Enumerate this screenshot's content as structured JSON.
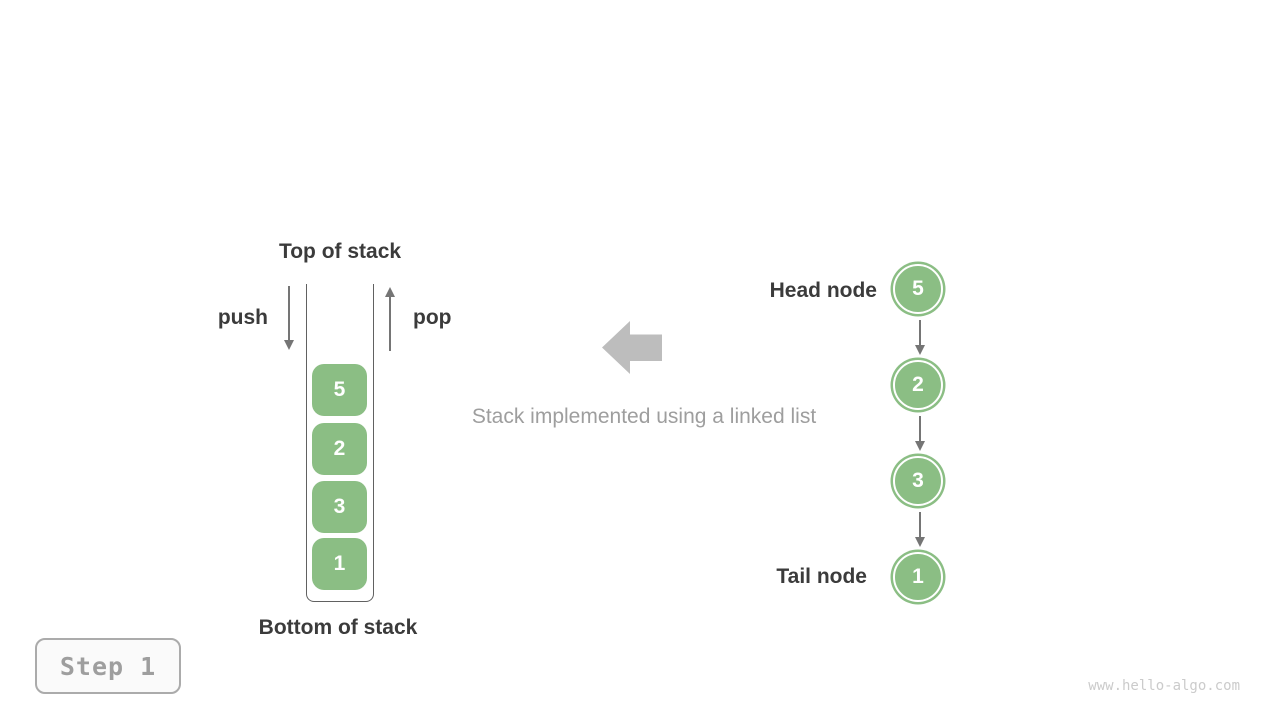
{
  "labels": {
    "stack_top": "Top of stack",
    "stack_bottom": "Bottom of stack",
    "push": "push",
    "pop": "pop",
    "head_node": "Head node",
    "tail_node": "Tail node",
    "caption": "Stack implemented using a linked list"
  },
  "stack": {
    "items": [
      "5",
      "2",
      "3",
      "1"
    ]
  },
  "linked_list": {
    "items": [
      "5",
      "2",
      "3",
      "1"
    ]
  },
  "step_badge": {
    "label": "Step 1"
  },
  "watermark": "www.hello-algo.com",
  "colors": {
    "node_green": "#8BBE84",
    "arrow_gray": "#757575",
    "block_arrow_gray": "#BDBDBD",
    "text_dark": "#3B3B3B",
    "text_gray": "#9E9E9E",
    "wall_gray": "#616161",
    "watermark_gray": "#CBCBCB"
  }
}
